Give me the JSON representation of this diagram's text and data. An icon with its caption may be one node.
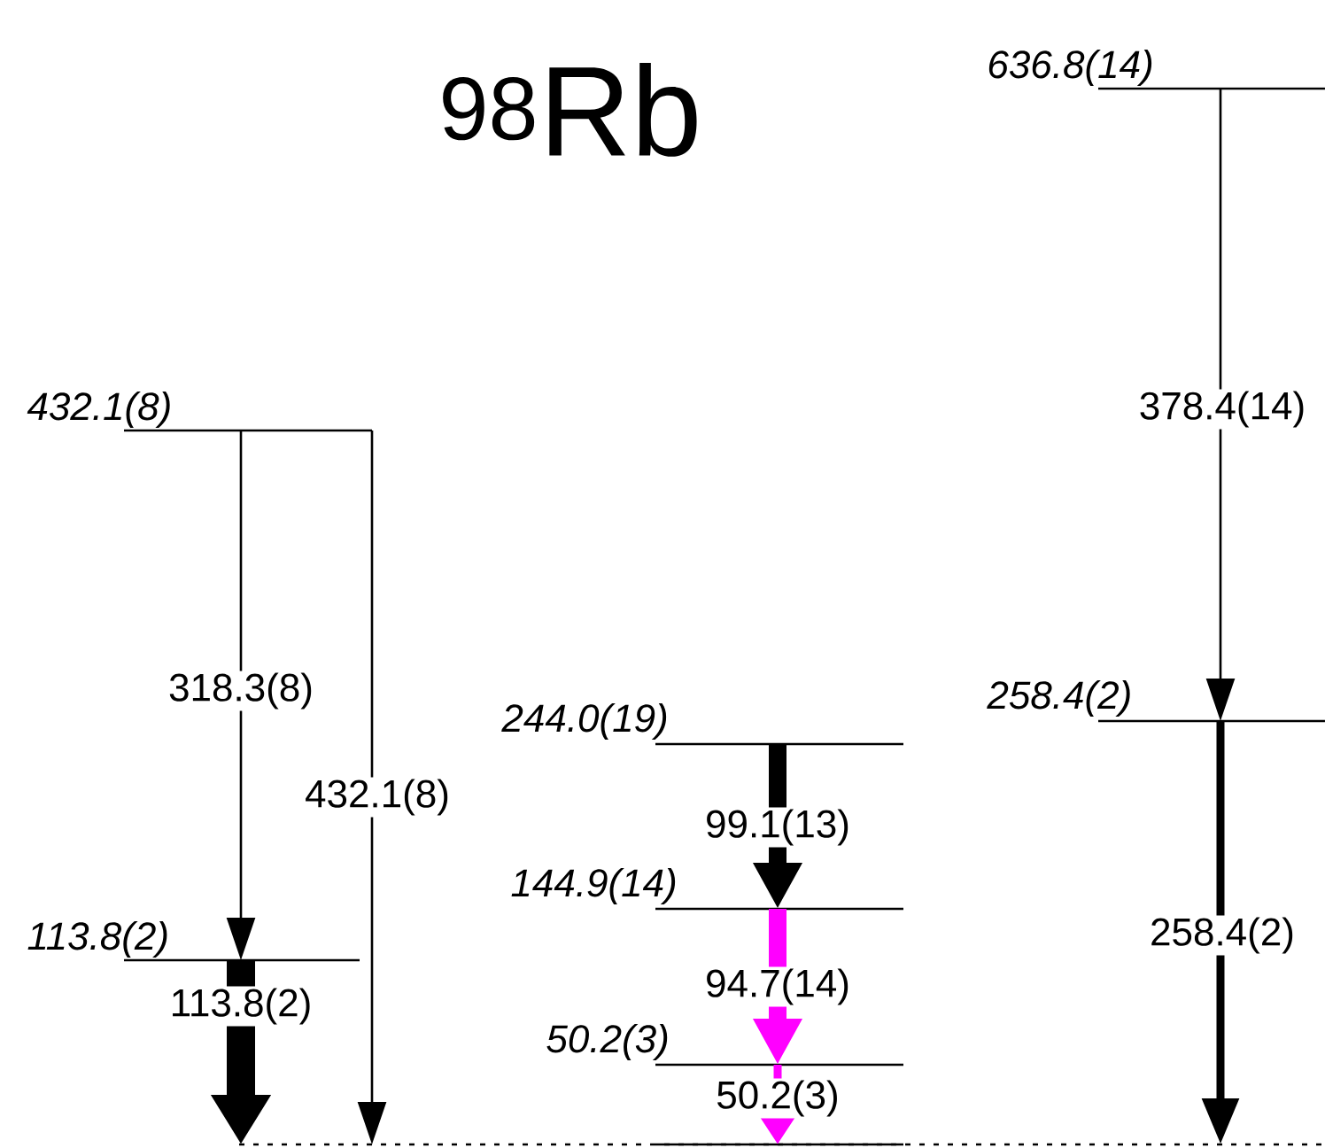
{
  "diagram": {
    "title": "$^{98}$Rb",
    "nodes": [
      {
        "text": [
          "636.8(14)"
        ]
      },
      {
        "text": [
          "432.1(8)"
        ]
      },
      {
        "text": [
          "258.4(2)"
        ]
      },
      {
        "text": [
          "244.0(19)"
        ]
      },
      {
        "text": [
          "144.9(14)"
        ]
      },
      {
        "text": [
          "113.8(2)"
        ]
      },
      {
        "text": [
          "50.2(3)"
        ]
      },
      {
        "text": [],
        "shape": "line"
      }
    ],
    "edges": [
      {
        "from": 1,
        "to": 5,
        "arrow": "to",
        "label": "318.3(8)"
      },
      {
        "from": 1,
        "to": 7,
        "arrow": "to",
        "label": "432.1(8)"
      },
      {
        "from": 5,
        "to": 7,
        "arrow": "to",
        "label": "113.8(2)",
        "style": "thick"
      },
      {
        "from": 3,
        "to": 4,
        "arrow": "to",
        "label": "99.1(13)",
        "style": "thick"
      },
      {
        "from": 4,
        "to": 6,
        "arrow": "to",
        "label": "94.7(14)",
        "style": "thick",
        "color": "#ff00ff"
      },
      {
        "from": 6,
        "to": 7,
        "arrow": "to",
        "label": "50.2(3)",
        "color": "#ff00ff"
      },
      {
        "from": 0,
        "to": 2,
        "arrow": "to",
        "label": "378.4(14)"
      },
      {
        "from": 2,
        "to": 7,
        "arrow": "to",
        "label": "258.4(2)"
      }
    ]
  }
}
